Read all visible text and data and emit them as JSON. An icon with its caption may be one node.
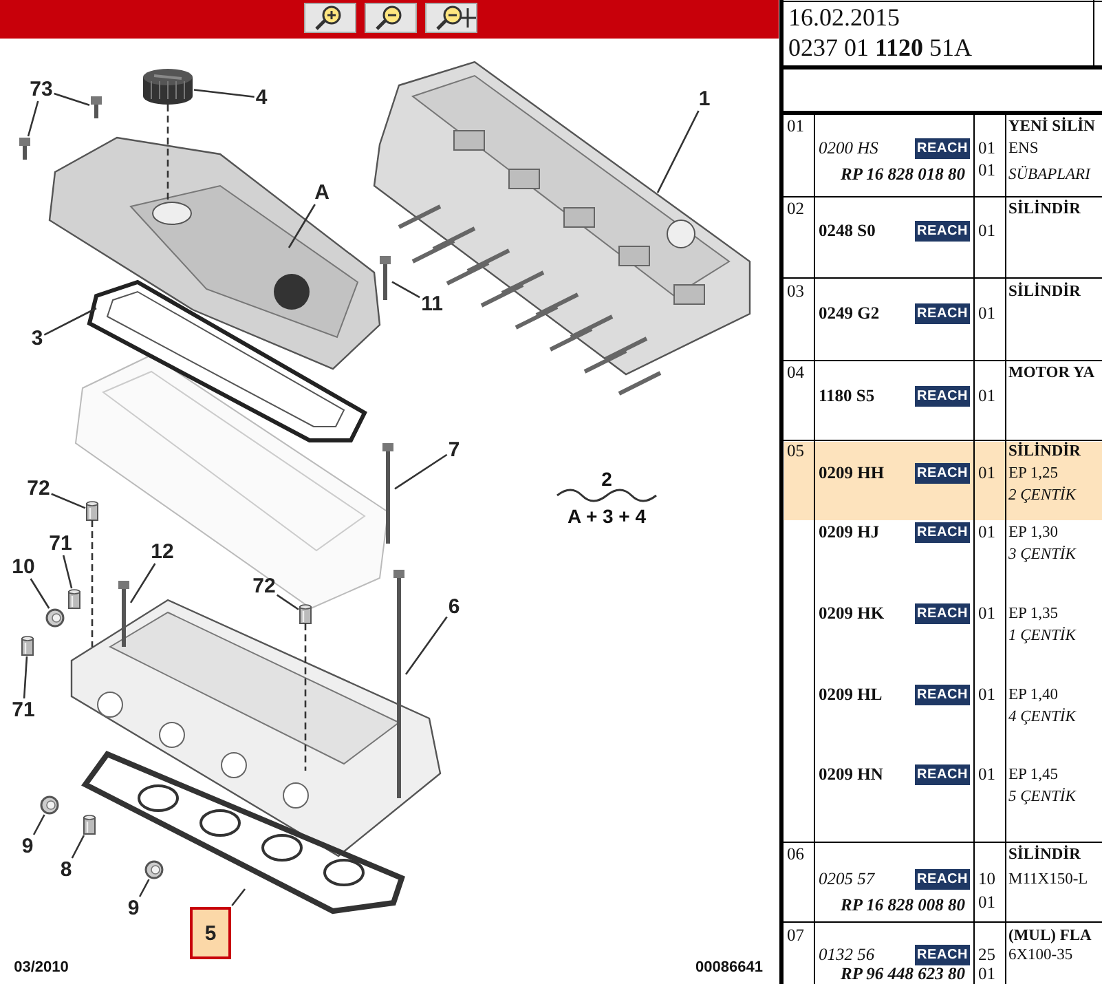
{
  "diagram": {
    "nodes": [
      {
        "text": [
          "73"
        ]
      },
      {
        "text": [
          "4"
        ]
      },
      {
        "text": [
          "1"
        ]
      },
      {
        "text": [
          "A"
        ]
      },
      {
        "text": [
          "11"
        ]
      },
      {
        "text": [
          "3"
        ]
      },
      {
        "text": [
          "7"
        ]
      },
      {
        "text": [
          "72"
        ]
      },
      {
        "text": [
          "71"
        ]
      },
      {
        "text": [
          "10"
        ]
      },
      {
        "text": [
          "12"
        ]
      },
      {
        "text": [
          "72"
        ]
      },
      {
        "text": [
          "6"
        ]
      },
      {
        "text": [
          "71"
        ]
      },
      {
        "text": [
          "9"
        ]
      },
      {
        "text": [
          "8"
        ]
      },
      {
        "text": [
          "9"
        ]
      },
      {
        "text": [
          "5"
        ]
      },
      {
        "text": [],
        "shape": "picture"
      },
      {
        "text": [],
        "shape": "picture"
      },
      {
        "text": [],
        "shape": "picture"
      },
      {
        "text": [],
        "shape": "picture"
      },
      {
        "text": [],
        "shape": "picture"
      },
      {
        "text": [],
        "shape": "picture"
      },
      {
        "text": [],
        "shape": "picture"
      },
      {
        "text": [],
        "shape": "picture"
      },
      {
        "text": [],
        "shape": "picture"
      },
      {
        "text": [],
        "shape": "picture"
      },
      {
        "text": [],
        "shape": "picture"
      },
      {
        "text": [],
        "shape": "picture"
      },
      {
        "text": [],
        "shape": "picture"
      },
      {
        "text": [],
        "shape": "picture"
      },
      {
        "text": [],
        "shape": "picture"
      },
      {
        "text": [],
        "shape": "picture"
      },
      {
        "text": [],
        "shape": "picture"
      },
      {
        "text": [],
        "shape": "picture"
      },
      {
        "text": [],
        "shape": "picture"
      },
      {
        "text": [],
        "shape": "picture"
      }
    ],
    "edges": [
      {
        "from": 0,
        "to": 18,
        "arrow": "none"
      },
      {
        "from": 0,
        "to": 21,
        "arrow": "none"
      },
      {
        "from": 1,
        "to": 19,
        "arrow": "none"
      },
      {
        "from": 2,
        "to": 20,
        "arrow": "none"
      },
      {
        "from": 3,
        "to": 22,
        "arrow": "none"
      },
      {
        "from": 4,
        "to": 23,
        "arrow": "none"
      },
      {
        "from": 5,
        "to": 24,
        "arrow": "none"
      },
      {
        "from": 6,
        "to": 25,
        "arrow": "none"
      },
      {
        "from": 7,
        "to": 26,
        "arrow": "none"
      },
      {
        "from": 8,
        "to": 28,
        "arrow": "none"
      },
      {
        "from": 9,
        "to": 29,
        "arrow": "none"
      },
      {
        "from": 10,
        "to": 27,
        "arrow": "none"
      },
      {
        "from": 11,
        "to": 30,
        "arrow": "none"
      },
      {
        "from": 12,
        "to": 31,
        "arrow": "none"
      },
      {
        "from": 13,
        "to": 32,
        "arrow": "none"
      },
      {
        "from": 14,
        "to": 34,
        "arrow": "none"
      },
      {
        "from": 15,
        "to": 35,
        "arrow": "none"
      },
      {
        "from": 16,
        "to": 37,
        "arrow": "none"
      },
      {
        "from": 17,
        "to": 36,
        "arrow": "none"
      },
      {
        "from": 19,
        "to": 22,
        "arrow": "none",
        "style": "dashed"
      },
      {
        "from": 26,
        "to": 33,
        "arrow": "none",
        "style": "dashed"
      },
      {
        "from": 30,
        "to": 33,
        "arrow": "none",
        "style": "dashed"
      }
    ],
    "labels": [
      "2",
      "A + 3 + 4",
      "03/2010",
      "00086641",
      "16.02.2015",
      "0237 01 **1120** 51A",
      "01",
      "0200 HS",
      "REACH",
      "01",
      "YENİ SİLİN",
      "ENS",
      "RP 16 828 018 80",
      "01",
      "SÜBAPLARI",
      "02",
      "0248 S0",
      "REACH",
      "01",
      "SİLİNDİR",
      "03",
      "0249 G2",
      "REACH",
      "01",
      "SİLİNDİR",
      "04",
      "1180 S5",
      "REACH",
      "01",
      "MOTOR YA",
      "05",
      "0209 HH",
      "REACH",
      "01",
      "SİLİNDİR",
      "EP 1,25",
      "2 ÇENTİK",
      "0209 HJ",
      "REACH",
      "01",
      "EP 1,30",
      "3 ÇENTİK",
      "0209 HK",
      "REACH",
      "01",
      "EP 1,35",
      "1 ÇENTİK",
      "0209 HL",
      "REACH",
      "01",
      "EP 1,40",
      "4 ÇENTİK",
      "0209 HN",
      "REACH",
      "01",
      "EP 1,45",
      "5 ÇENTİK",
      "06",
      "0205 57",
      "REACH",
      "10",
      "SİLİNDİR",
      "M11X150-L",
      "RP 16 828 008 80",
      "01",
      "07",
      "0132 56",
      "REACH",
      "25",
      "(MUL) FLA",
      "6X100-35",
      "RP 96 448 623 80",
      "01"
    ]
  }
}
